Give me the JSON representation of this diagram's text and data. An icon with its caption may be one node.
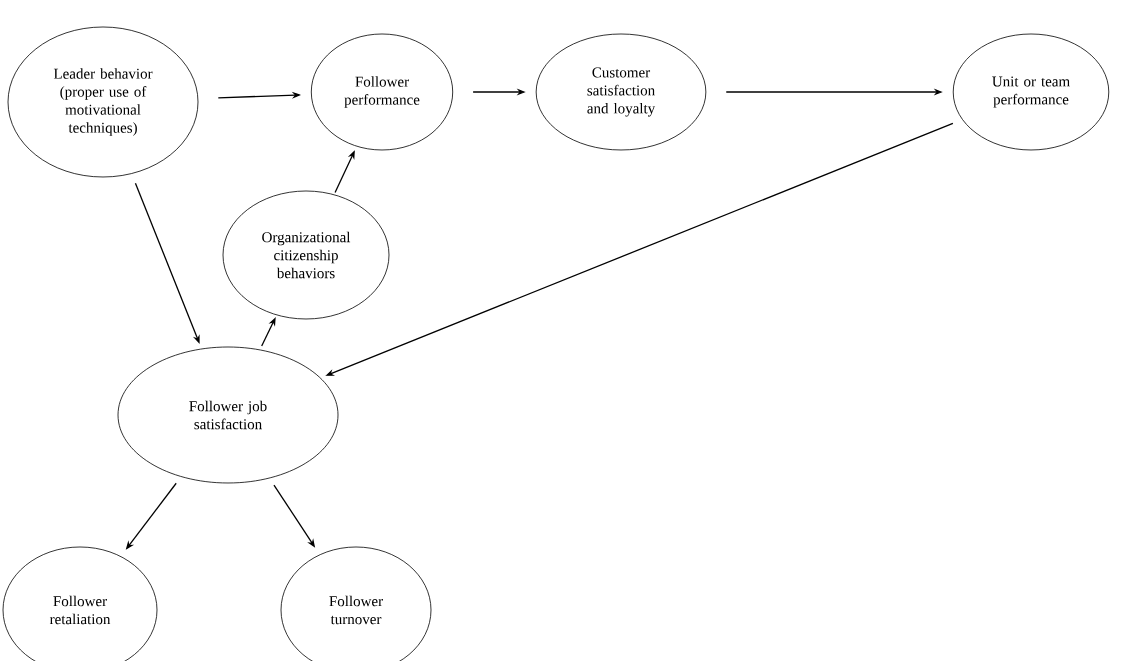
{
  "diagram": {
    "nodes": [
      {
        "text": [
          "Leader behavior (proper use of motivational techniques)"
        ]
      },
      {
        "text": [
          "Follower performance"
        ]
      },
      {
        "text": [
          "Customer satisfaction and loyalty"
        ]
      },
      {
        "text": [
          "Unit or team performance"
        ]
      },
      {
        "text": [
          "Organizational citizenship behaviors"
        ]
      },
      {
        "text": [
          "Follower job satisfaction"
        ]
      },
      {
        "text": [
          "Follower retaliation"
        ]
      },
      {
        "text": [
          "Follower turnover"
        ]
      }
    ],
    "edges": [
      {
        "from": 0,
        "to": 1,
        "arrow": "to"
      },
      {
        "from": 1,
        "to": 2,
        "arrow": "to"
      },
      {
        "from": 2,
        "to": 3,
        "arrow": "to"
      },
      {
        "from": 0,
        "to": 5,
        "arrow": "to"
      },
      {
        "from": 5,
        "to": 4,
        "arrow": "to"
      },
      {
        "from": 4,
        "to": 1,
        "arrow": "to"
      },
      {
        "from": 3,
        "to": 5,
        "arrow": "to"
      },
      {
        "from": 5,
        "to": 6,
        "arrow": "to"
      },
      {
        "from": 5,
        "to": 7,
        "arrow": "to"
      }
    ]
  }
}
